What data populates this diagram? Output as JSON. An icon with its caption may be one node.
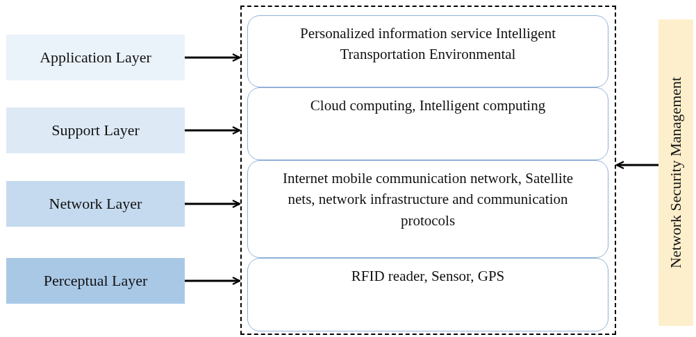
{
  "diagram": {
    "nodes": [
      {
        "text": [
          "Application Layer"
        ]
      },
      {
        "text": [
          "Support Layer"
        ]
      },
      {
        "text": [
          "Network Layer"
        ]
      },
      {
        "text": [
          "Perceptual Layer"
        ]
      },
      {
        "text": [],
        "shape": "box"
      },
      {
        "text": [
          "Personalized information service Intelligent Transportation Environmental"
        ],
        "in": 4
      },
      {
        "text": [
          "Cloud computing, Intelligent computing"
        ],
        "in": 4
      },
      {
        "text": [
          "Internet mobile communication network, Satellite nets, network infrastructure and communication protocols"
        ],
        "in": 4
      },
      {
        "text": [
          "RFID reader, Sensor, GPS"
        ],
        "in": 4
      },
      {
        "text": [
          "Network Security Management"
        ]
      }
    ],
    "edges": [
      {
        "from": 0,
        "to": 4,
        "arrow": "to"
      },
      {
        "from": 1,
        "to": 4,
        "arrow": "to"
      },
      {
        "from": 2,
        "to": 4,
        "arrow": "to"
      },
      {
        "from": 3,
        "to": 4,
        "arrow": "to"
      },
      {
        "from": 9,
        "to": 4,
        "arrow": "to"
      }
    ]
  }
}
